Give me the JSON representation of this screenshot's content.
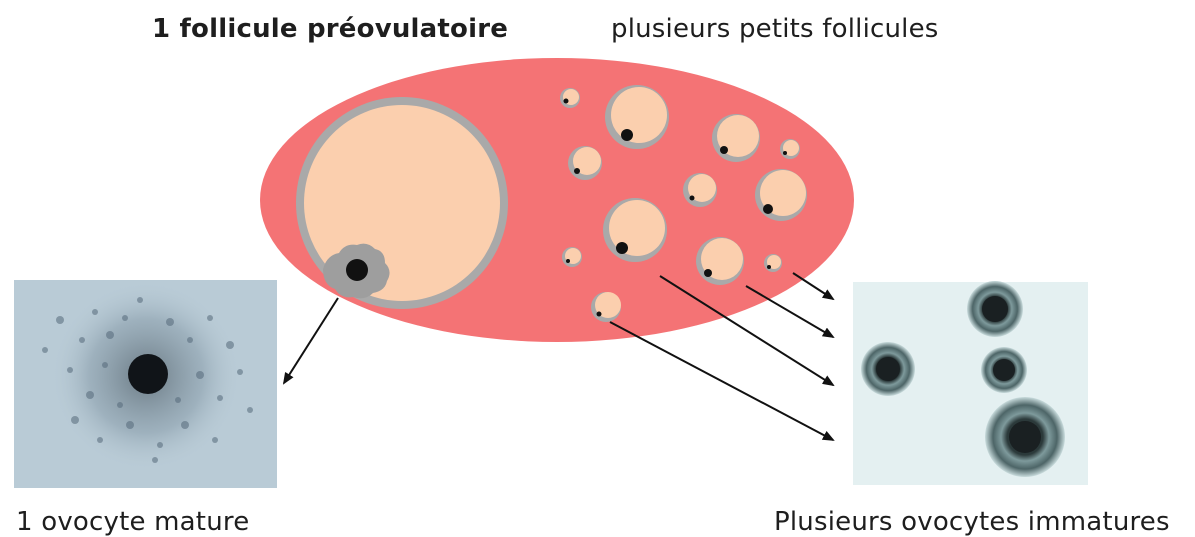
{
  "labels": {
    "top_left": "1 follicule préovulatoire",
    "top_right": "plusieurs petits follicules",
    "bottom_left": "1 ovocyte mature",
    "bottom_right": "Plusieurs ovocytes immatures"
  },
  "colors": {
    "ovary": "#f47375",
    "follicle_fluid": "#fbcfae",
    "follicle_wall": "#a9a9a9",
    "oocyte": "#111111",
    "arrow": "#111111",
    "micrograph_left_bg": "#b9cbd6",
    "micrograph_right_bg": "#e4f0f1"
  }
}
